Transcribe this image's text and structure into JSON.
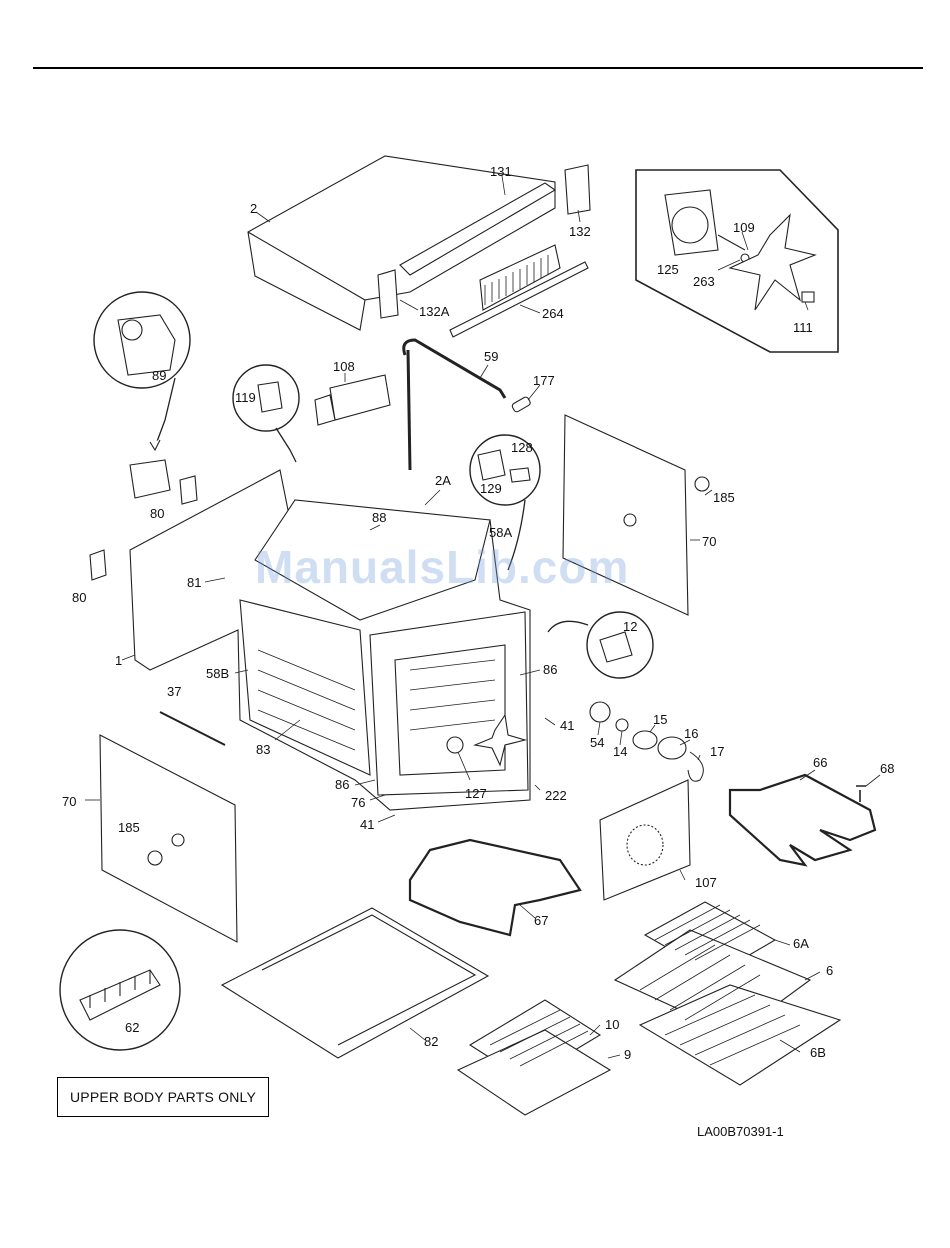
{
  "legend_text": "UPPER BODY PARTS ONLY",
  "drawing_number": "LA00B70391-1",
  "watermark": "ManualsLib.com",
  "labels": [
    {
      "id": "131",
      "text": "131"
    },
    {
      "id": "2",
      "text": "2"
    },
    {
      "id": "132",
      "text": "132"
    },
    {
      "id": "132A",
      "text": "132A"
    },
    {
      "id": "264",
      "text": "264"
    },
    {
      "id": "125",
      "text": "125"
    },
    {
      "id": "109",
      "text": "109"
    },
    {
      "id": "263",
      "text": "263"
    },
    {
      "id": "111",
      "text": "111"
    },
    {
      "id": "89",
      "text": "89"
    },
    {
      "id": "108",
      "text": "108"
    },
    {
      "id": "59",
      "text": "59"
    },
    {
      "id": "177",
      "text": "177"
    },
    {
      "id": "119",
      "text": "119"
    },
    {
      "id": "128",
      "text": "128"
    },
    {
      "id": "129",
      "text": "129"
    },
    {
      "id": "185a",
      "text": "185"
    },
    {
      "id": "2A",
      "text": "2A"
    },
    {
      "id": "80a",
      "text": "80"
    },
    {
      "id": "88",
      "text": "88"
    },
    {
      "id": "58A",
      "text": "58A"
    },
    {
      "id": "70a",
      "text": "70"
    },
    {
      "id": "80b",
      "text": "80"
    },
    {
      "id": "81",
      "text": "81"
    },
    {
      "id": "12",
      "text": "12"
    },
    {
      "id": "1",
      "text": "1"
    },
    {
      "id": "58B",
      "text": "58B"
    },
    {
      "id": "86a",
      "text": "86"
    },
    {
      "id": "37",
      "text": "37"
    },
    {
      "id": "41a",
      "text": "41"
    },
    {
      "id": "15",
      "text": "15"
    },
    {
      "id": "54",
      "text": "54"
    },
    {
      "id": "14",
      "text": "14"
    },
    {
      "id": "16",
      "text": "16"
    },
    {
      "id": "83",
      "text": "83"
    },
    {
      "id": "17",
      "text": "17"
    },
    {
      "id": "66",
      "text": "66"
    },
    {
      "id": "68",
      "text": "68"
    },
    {
      "id": "86b",
      "text": "86"
    },
    {
      "id": "127",
      "text": "127"
    },
    {
      "id": "76",
      "text": "76"
    },
    {
      "id": "222",
      "text": "222"
    },
    {
      "id": "70b",
      "text": "70"
    },
    {
      "id": "41b",
      "text": "41"
    },
    {
      "id": "185b",
      "text": "185"
    },
    {
      "id": "107",
      "text": "107"
    },
    {
      "id": "67",
      "text": "67"
    },
    {
      "id": "6A",
      "text": "6A"
    },
    {
      "id": "6",
      "text": "6"
    },
    {
      "id": "62",
      "text": "62"
    },
    {
      "id": "82",
      "text": "82"
    },
    {
      "id": "10",
      "text": "10"
    },
    {
      "id": "6B",
      "text": "6B"
    },
    {
      "id": "9",
      "text": "9"
    }
  ]
}
